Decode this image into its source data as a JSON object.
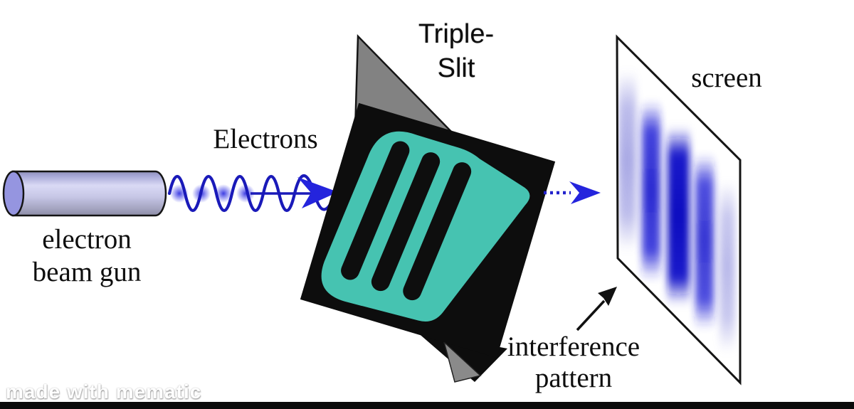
{
  "diagram": {
    "labels": {
      "electrons": "Electrons",
      "electron_gun_line1": "electron",
      "electron_gun_line2": "beam gun",
      "slit_line1": "Triple-",
      "slit_line2": "Slit",
      "screen": "screen",
      "interference_line1": "interference",
      "interference_line2": "pattern"
    },
    "colors": {
      "slit_plate_teal": "#46c3b1",
      "plate_black": "#0d0d0d",
      "backing_gray": "#828282",
      "beam_arrow_blue": "#2424dd",
      "wave_blue": "#1a1ab9",
      "gun_cap_lavender": "#9595e0",
      "fringe_core_blue": "#0d0dc0",
      "fringe_light_blue": "#9898e0",
      "screen_white": "#ffffff"
    }
  },
  "watermark": {
    "text": "made with mematic"
  }
}
